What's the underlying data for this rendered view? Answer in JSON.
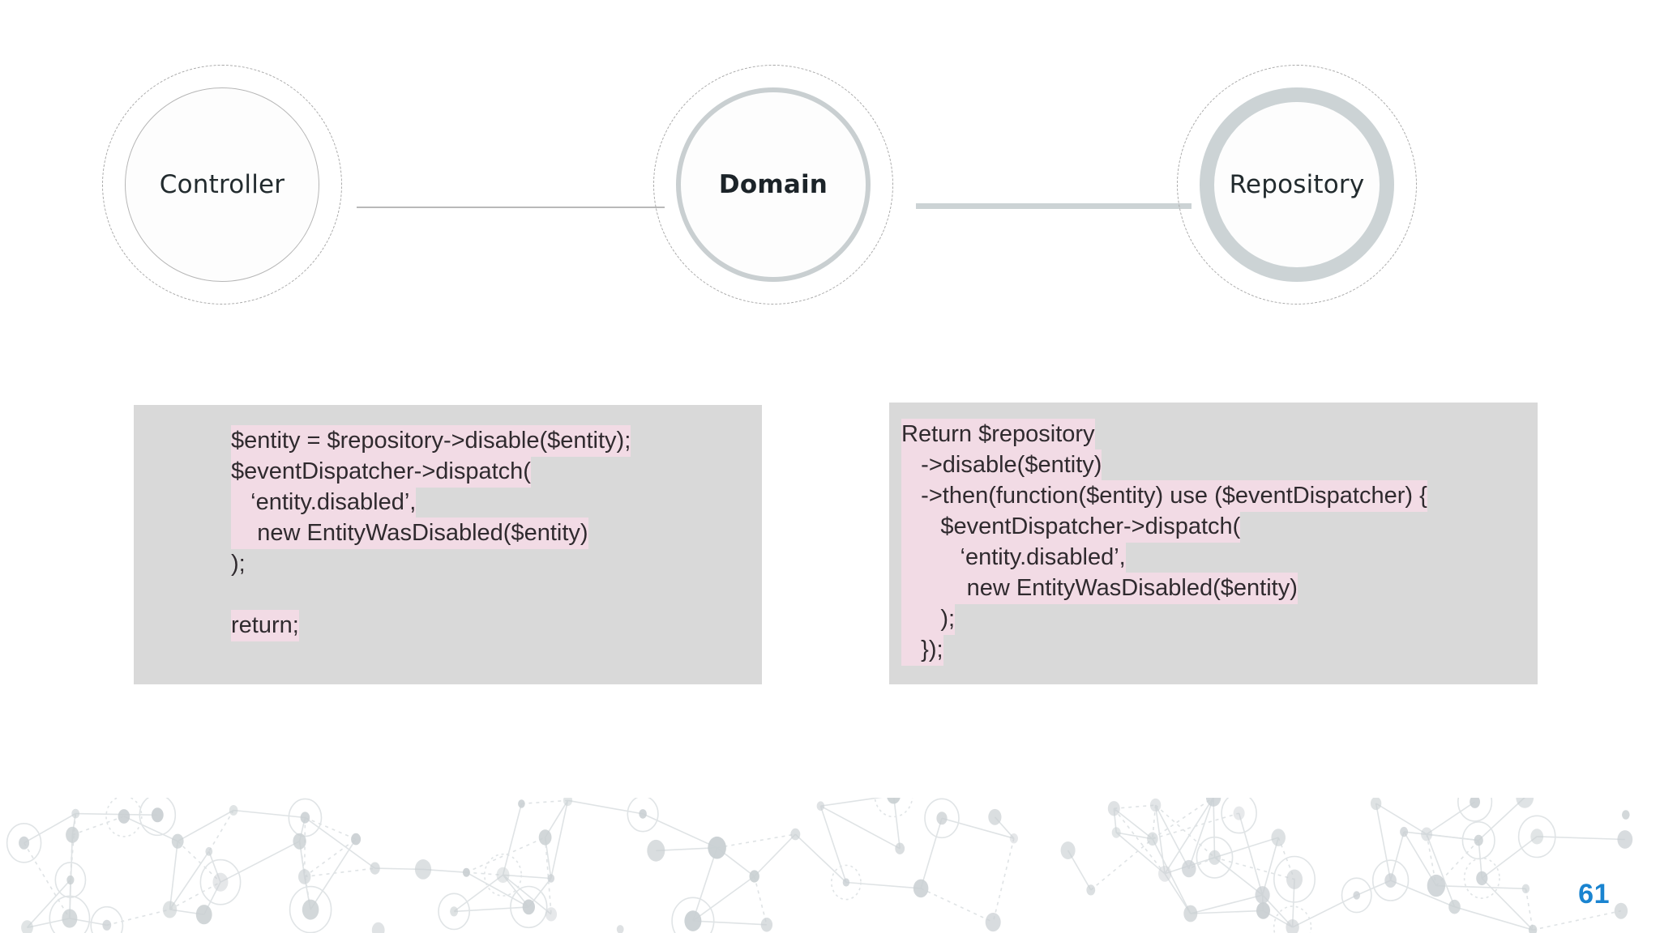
{
  "slide": {
    "page_number": "61",
    "page_number_color": "#1a84d0",
    "background_color": "#ffffff"
  },
  "diagram": {
    "nodes": [
      {
        "id": "controller",
        "label": "Controller",
        "ring_style": "thin",
        "emphasis": "normal"
      },
      {
        "id": "domain",
        "label": "Domain",
        "ring_style": "medium",
        "emphasis": "bold"
      },
      {
        "id": "repository",
        "label": "Repository",
        "ring_style": "thick",
        "emphasis": "normal"
      }
    ],
    "connectors": [
      {
        "id": "controller-domain",
        "from": "controller",
        "to": "domain",
        "weight": "thin"
      },
      {
        "id": "domain-repository",
        "from": "domain",
        "to": "repository",
        "weight": "thick"
      }
    ],
    "colors": {
      "dashed_ring": "#a9a9a9",
      "thin_ring": "#b6b6b6",
      "medium_ring": "#c9cfd1",
      "thick_ring": "#ccd3d5",
      "label": "#222b2e"
    }
  },
  "code_blocks": {
    "background_color": "#d9d9d9",
    "highlight_color": "#f2dbe5",
    "text_color": "#2f2a2e",
    "left": {
      "id": "controller-code",
      "lines": [
        {
          "text": "$entity = $repository->disable($entity);",
          "highlighted": true
        },
        {
          "text": "$eventDispatcher->dispatch(",
          "highlighted": true
        },
        {
          "text": "   ‘entity.disabled’,",
          "highlighted": true
        },
        {
          "text": "    new EntityWasDisabled($entity)",
          "highlighted": true
        },
        {
          "text": ");",
          "highlighted": false
        },
        {
          "text": "",
          "highlighted": false
        },
        {
          "text": "return;",
          "highlighted": true
        }
      ]
    },
    "right": {
      "id": "domain-code",
      "lines": [
        {
          "text": "Return $repository",
          "highlighted": true
        },
        {
          "text": "   ->disable($entity)",
          "highlighted": true
        },
        {
          "text": "   ->then(function($entity) use ($eventDispatcher) {",
          "highlighted": true
        },
        {
          "text": "      $eventDispatcher->dispatch(",
          "highlighted": true
        },
        {
          "text": "         ‘entity.disabled’,",
          "highlighted": true
        },
        {
          "text": "          new EntityWasDisabled($entity)",
          "highlighted": true
        },
        {
          "text": "      );",
          "highlighted": true
        },
        {
          "text": "   });",
          "highlighted": true
        }
      ]
    }
  },
  "decoration": {
    "name": "network-node-pattern",
    "node_color": "#c9cfd2",
    "line_color": "#dfe3e5"
  }
}
